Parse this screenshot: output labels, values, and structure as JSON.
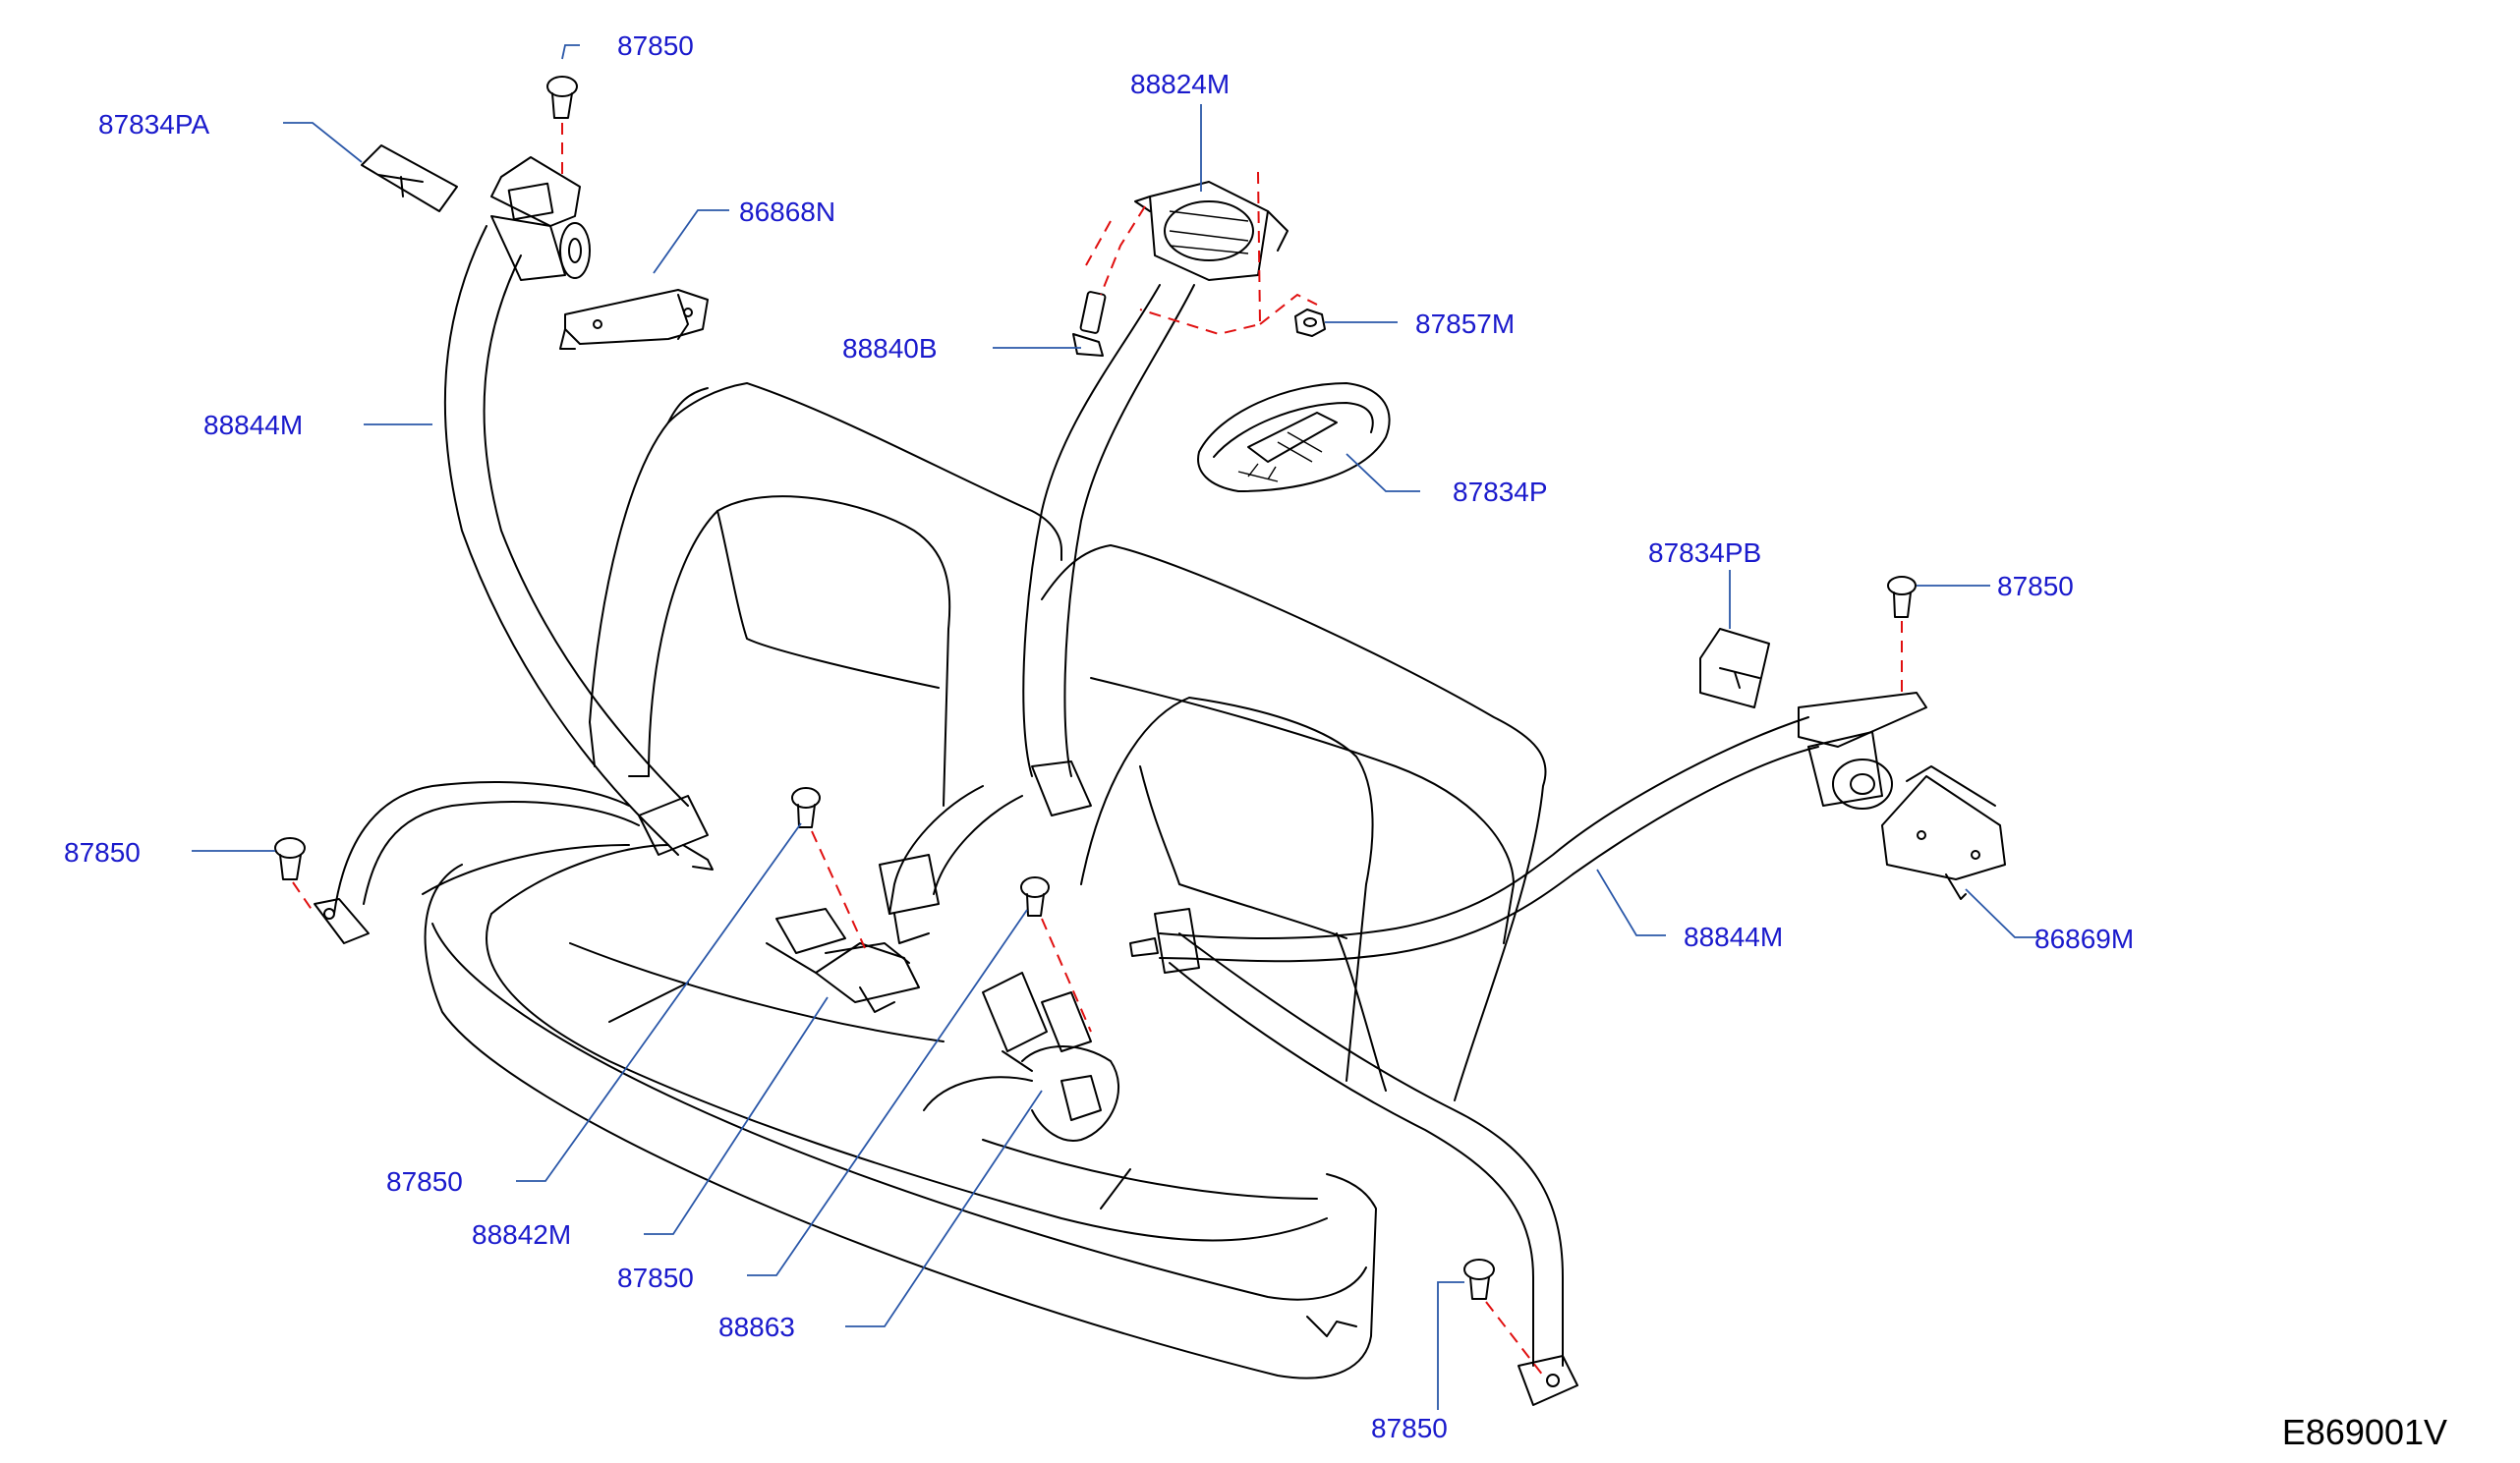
{
  "diagram_code": "E869001V",
  "colors": {
    "label": "#1a1acc",
    "leader": "#2a57a8",
    "hidden_line": "#e01010",
    "outline": "#000000"
  },
  "labels": {
    "l1": "87850",
    "l2": "87834PA",
    "l3": "86868N",
    "l4": "88844M",
    "l5": "88824M",
    "l6": "88840B",
    "l7": "87857M",
    "l8": "87834P",
    "l9": "87834PB",
    "l10": "87850",
    "l11": "87850",
    "l12": "88844M",
    "l13": "86869M",
    "l14": "87850",
    "l15": "88842M",
    "l16": "87850",
    "l17": "88863",
    "l18": "87850"
  }
}
